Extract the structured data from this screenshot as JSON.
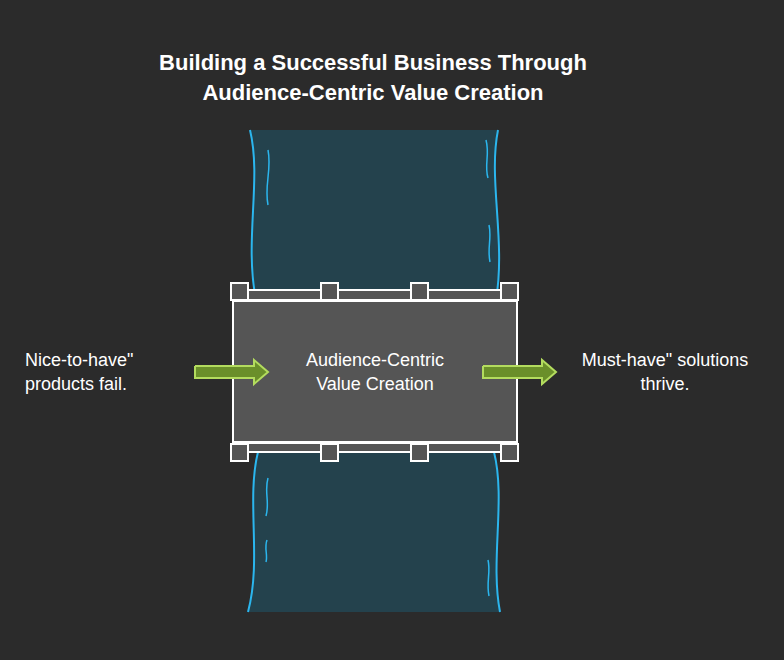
{
  "diagram": {
    "title": "Building a Successful Business Through Audience-Centric Value Creation",
    "nodes": [
      {
        "text": [
          "Nice-to-have\" products fail."
        ]
      },
      {
        "text": [
          "Audience-Centric Value Creation"
        ]
      },
      {
        "text": [
          "Must-have\" solutions thrive."
        ]
      }
    ],
    "edges": [
      {
        "from": 0,
        "to": 1,
        "arrow": "to"
      },
      {
        "from": 1,
        "to": 2,
        "arrow": "to"
      }
    ]
  }
}
